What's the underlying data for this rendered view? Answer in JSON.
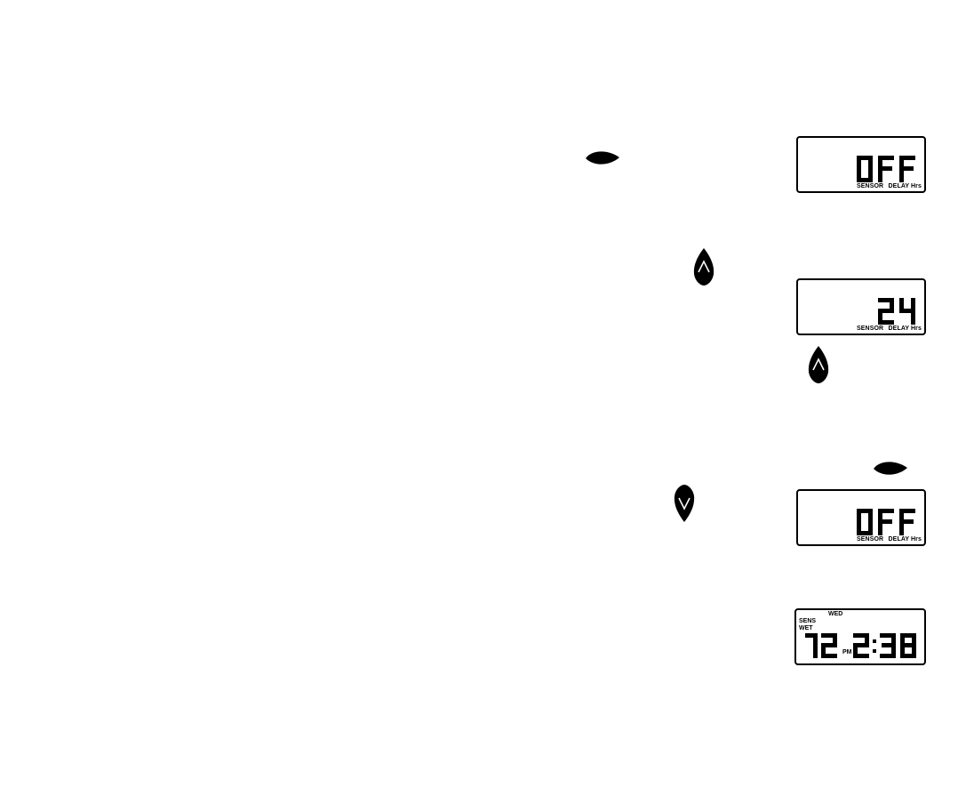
{
  "displays": [
    {
      "value": "OFF",
      "labels": {
        "left": "SENSOR",
        "right": "DELAY Hrs"
      }
    },
    {
      "value": "24",
      "labels": {
        "left": "SENSOR",
        "right": "DELAY Hrs"
      }
    },
    {
      "value": "OFF",
      "labels": {
        "left": "SENSOR",
        "right": "DELAY Hrs"
      }
    },
    {
      "day": "WED",
      "flags": [
        "SENS",
        "WET"
      ],
      "hour_left": "12",
      "ampm": "PM",
      "time": "2:38"
    }
  ],
  "buttons": {
    "enter_1": "enter-button",
    "up_1": "up-arrow-button",
    "up_2": "up-arrow-button",
    "enter_2": "enter-button",
    "down_1": "down-arrow-button"
  }
}
